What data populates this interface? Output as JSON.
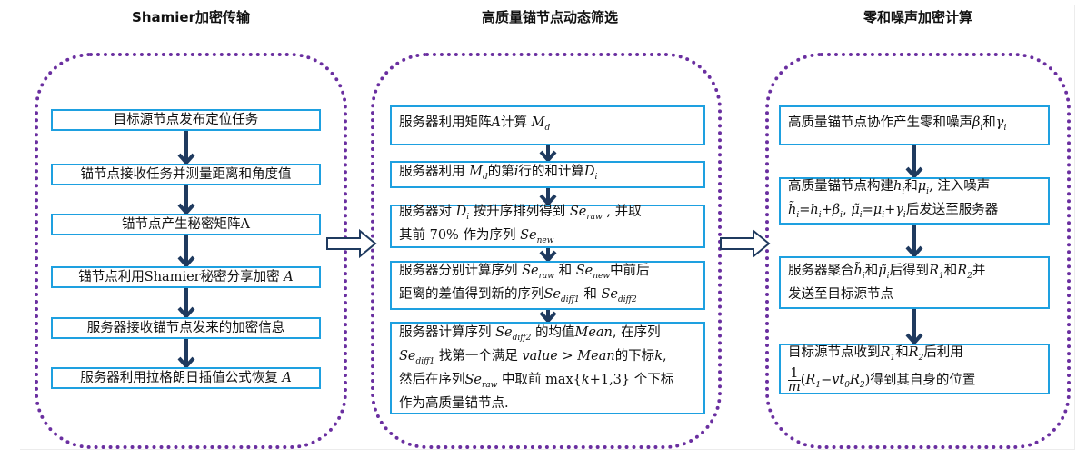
{
  "titles": [
    "Shamier加密传输",
    "高质量锚节点动态筛选",
    "零和噪声加密计算"
  ],
  "colors": {
    "panel_border": "#6a2fa0",
    "box_border": "#1ea0e0",
    "arrow": "#1f3a5f"
  },
  "left_steps": [
    [
      [
        "目标源节点发布定位任务"
      ]
    ],
    [
      [
        "锚节点接收任务并测量距离和角度值"
      ]
    ],
    [
      [
        "锚节点产生秘密矩阵A"
      ]
    ],
    [
      [
        "锚节点利用Shamier秘密分享加密 ",
        {
          "i": "A"
        }
      ]
    ],
    [
      [
        "服务器接收锚节点发来的加密信息"
      ]
    ],
    [
      [
        "服务器利用拉格朗日插值公式恢复 ",
        {
          "i": "A"
        }
      ]
    ]
  ],
  "middle_steps": [
    [
      [
        "服务器利用矩阵",
        {
          "i": "A"
        },
        "计算 ",
        {
          "i": "M",
          "s": "d"
        }
      ]
    ],
    [
      [
        "服务器利用 ",
        {
          "i": "M",
          "s": "d"
        },
        "的第",
        {
          "i": "i"
        },
        "行的和计算",
        {
          "i": "D",
          "s": "i"
        }
      ]
    ],
    [
      [
        "服务器对 ",
        {
          "i": "D",
          "s": "i"
        },
        " 按升序排列得到 ",
        {
          "i": "Se",
          "s": "raw"
        },
        " , 并取"
      ],
      [
        "其前 70% 作为序列 ",
        {
          "i": "Se",
          "s": "new"
        }
      ]
    ],
    [
      [
        "服务器分别计算序列 ",
        {
          "i": "Se",
          "s": "raw"
        },
        " 和 ",
        {
          "i": "Se",
          "s": "new"
        },
        "中前后"
      ],
      [
        "距离的差值得到新的序列",
        {
          "i": "Se",
          "s": "diff1"
        },
        " 和 ",
        {
          "i": "Se",
          "s": "diff2"
        }
      ]
    ],
    [
      [
        "服务器计算序列 ",
        {
          "i": "Se",
          "s": "diff2"
        },
        " 的均值",
        {
          "i": "Mean"
        },
        ", 在序列"
      ],
      [
        {
          "i": "Se",
          "s": "diff1"
        },
        " 找第一个满足 ",
        {
          "i": "value"
        },
        " > ",
        {
          "i": "Mean"
        },
        "的下标",
        {
          "i": "k"
        },
        ","
      ],
      [
        "然后在序列",
        {
          "i": "Se",
          "s": "raw"
        },
        " 中取前 max{",
        {
          "i": "k"
        },
        "+1,3} 个下标"
      ],
      [
        "作为高质量锚节点."
      ]
    ]
  ],
  "right_steps": [
    [
      [
        "高质量锚节点协作产生零和噪声",
        {
          "i": "β",
          "s": "i"
        },
        "和",
        {
          "i": "γ",
          "s": "i"
        }
      ]
    ],
    [
      [
        "高质量锚节点构建",
        {
          "i": "h",
          "s": "i"
        },
        "和",
        {
          "i": "μ",
          "s": "i"
        },
        ", 注入噪声"
      ],
      [
        {
          "i": "h̃",
          "s": "i"
        },
        "=",
        {
          "i": "h",
          "s": "i"
        },
        "+",
        {
          "i": "β",
          "s": "i"
        },
        ", ",
        {
          "i": "μ̃",
          "s": "i"
        },
        "=",
        {
          "i": "μ",
          "s": "i"
        },
        "+",
        {
          "i": "γ",
          "s": "i"
        },
        "后发送至服务器"
      ]
    ],
    [
      [
        "服务器聚合",
        {
          "i": "h̃",
          "s": "i"
        },
        "和",
        {
          "i": "μ̃",
          "s": "i"
        },
        "后得到",
        {
          "i": "R",
          "s": "1"
        },
        "和",
        {
          "i": "R",
          "s": "2"
        },
        "并"
      ],
      [
        "发送至目标源节点"
      ]
    ],
    [
      [
        "目标源节点收到",
        {
          "i": "R",
          "s": "1"
        },
        "和",
        {
          "i": "R",
          "s": "2"
        },
        "后利用"
      ],
      [
        {
          "frac": [
            "1",
            "m"
          ]
        },
        "(",
        {
          "i": "R",
          "s": "1"
        },
        "−",
        {
          "i": "vt",
          "s": "0"
        },
        {
          "i": "R",
          "s": "2"
        },
        ")得到其自身的位置"
      ]
    ]
  ]
}
